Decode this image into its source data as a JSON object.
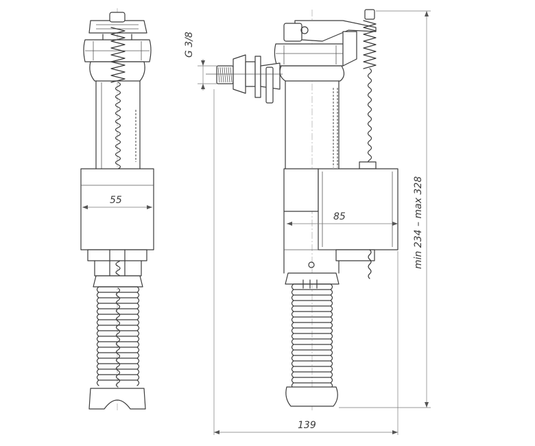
{
  "dimensions": {
    "body_width_front": "55",
    "box_width_side": "85",
    "overall_width": "139",
    "height_range": "min 234 – max 328",
    "thread_size": "G 3/8"
  }
}
